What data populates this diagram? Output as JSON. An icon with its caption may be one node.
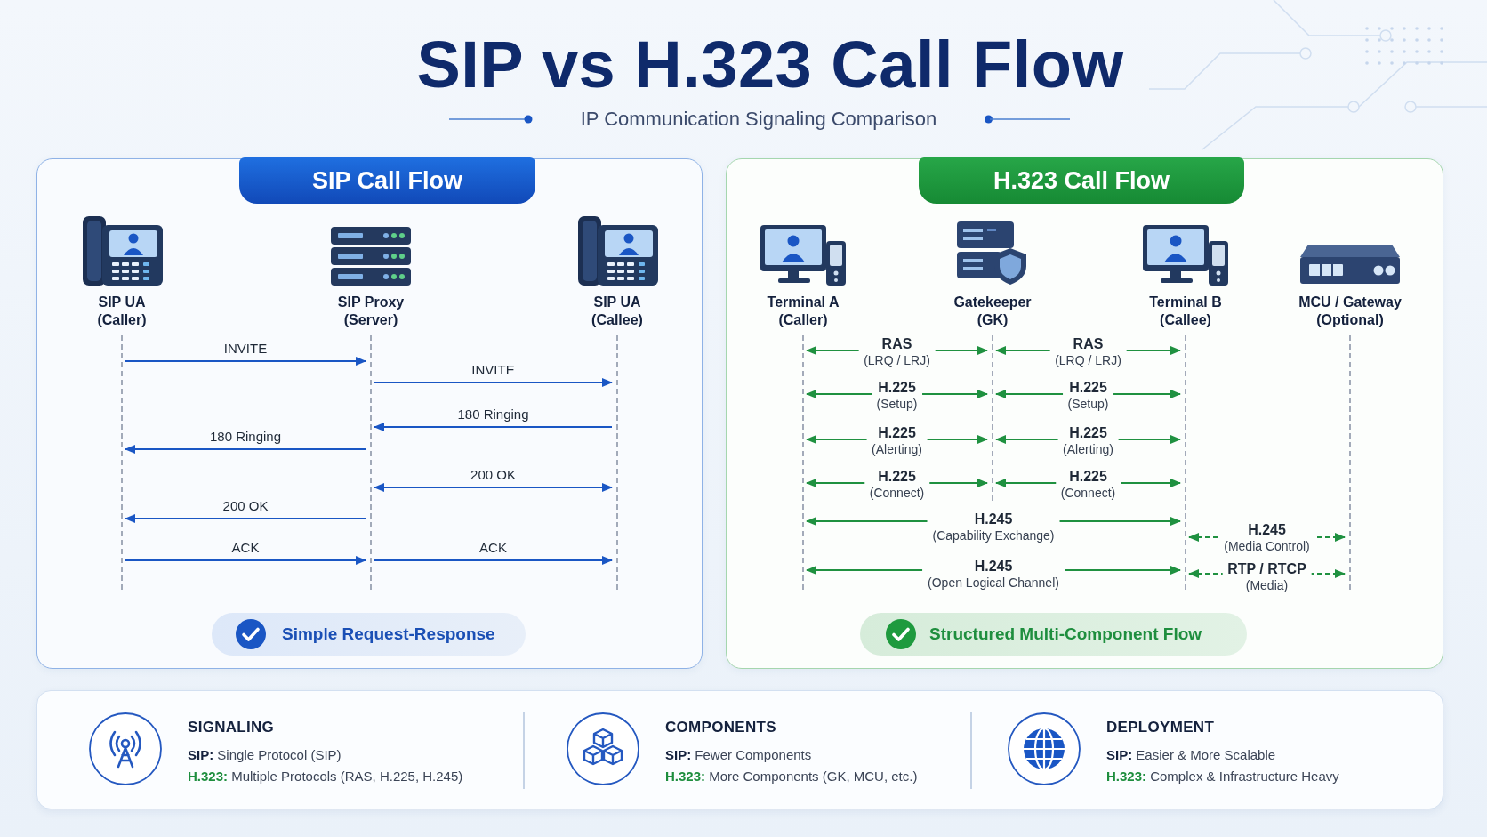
{
  "diagram": {
    "title": "SIP vs H.323 Call Flow",
    "nodes": [
      {
        "text": [],
        "shape": "box"
      },
      {
        "text": [
          "SIP Call Flow"
        ],
        "in": 0
      },
      {
        "text": [
          "SIP UA (Caller)"
        ],
        "in": 0
      },
      {
        "text": [
          "SIP Proxy (Server)"
        ],
        "in": 0
      },
      {
        "text": [
          "SIP UA (Callee)"
        ],
        "in": 0
      },
      {
        "text": [
          "Simple Request-Response"
        ],
        "in": 0
      },
      {
        "text": [],
        "shape": "box"
      },
      {
        "text": [
          "H.323 Call Flow"
        ],
        "in": 6
      },
      {
        "text": [
          "Terminal A (Caller)"
        ],
        "in": 6
      },
      {
        "text": [
          "Gatekeeper (GK)"
        ],
        "in": 6
      },
      {
        "text": [
          "Terminal B (Callee)"
        ],
        "in": 6
      },
      {
        "text": [
          "MCU / Gateway (Optional)"
        ],
        "in": 6
      },
      {
        "text": [
          "Structured Multi-Component Flow"
        ],
        "in": 6
      },
      {
        "text": [],
        "shape": "box"
      },
      {
        "text": [
          "SIGNALING",
          "**SIP:** Single Protocol (SIP)",
          "**H.323:** Multiple Protocols (RAS, H.225, H.245)"
        ],
        "in": 13
      },
      {
        "text": [
          "COMPONENTS",
          "**SIP:** Fewer Components",
          "**H.323:** More Components (GK, MCU, etc.)"
        ],
        "in": 13
      },
      {
        "text": [
          "DEPLOYMENT",
          "**SIP:** Easier & More Scalable",
          "**H.323:** Complex & Infrastructure Heavy"
        ],
        "in": 13
      }
    ],
    "edges": [
      {
        "from": 2,
        "to": 3,
        "arrow": "to",
        "label": "INVITE",
        "color": "#1a56c4"
      },
      {
        "from": 3,
        "to": 4,
        "arrow": "to",
        "label": "INVITE",
        "color": "#1a56c4"
      },
      {
        "from": 4,
        "to": 3,
        "arrow": "to",
        "label": "180 Ringing",
        "color": "#1a56c4"
      },
      {
        "from": 3,
        "to": 2,
        "arrow": "to",
        "label": "180 Ringing",
        "color": "#1a56c4"
      },
      {
        "from": 3,
        "to": 4,
        "arrow": "both",
        "label": "200 OK",
        "color": "#1a56c4"
      },
      {
        "from": 3,
        "to": 2,
        "arrow": "to",
        "label": "200 OK",
        "color": "#1a56c4"
      },
      {
        "from": 2,
        "to": 3,
        "arrow": "to",
        "label": "ACK",
        "color": "#1a56c4"
      },
      {
        "from": 3,
        "to": 4,
        "arrow": "to",
        "label": "ACK",
        "color": "#1a56c4"
      },
      {
        "from": 8,
        "to": 9,
        "arrow": "both",
        "label": "**RAS** (LRQ / LRJ)"
      },
      {
        "from": 9,
        "to": 10,
        "arrow": "both",
        "label": "**RAS** (LRQ / LRJ)"
      },
      {
        "from": 8,
        "to": 9,
        "arrow": "both",
        "label": "**H.225** (Setup)"
      },
      {
        "from": 9,
        "to": 10,
        "arrow": "both",
        "label": "**H.225** (Setup)"
      },
      {
        "from": 8,
        "to": 9,
        "arrow": "both",
        "label": "**H.225** (Alerting)"
      },
      {
        "from": 9,
        "to": 10,
        "arrow": "both",
        "label": "**H.225** (Alerting)"
      },
      {
        "from": 8,
        "to": 9,
        "arrow": "both",
        "label": "**H.225** (Connect)"
      },
      {
        "from": 9,
        "to": 10,
        "arrow": "both",
        "label": "**H.225** (Connect)"
      },
      {
        "from": 8,
        "to": 10,
        "arrow": "both",
        "label": "**H.245** (Capability Exchange)"
      },
      {
        "from": 10,
        "to": 11,
        "arrow": "both",
        "label": "**H.245** (Media Control)",
        "style": "dashed"
      },
      {
        "from": 8,
        "to": 10,
        "arrow": "both",
        "label": "**H.245** (Open Logical Channel)"
      },
      {
        "from": 10,
        "to": 11,
        "arrow": "both",
        "label": "**RTP / RTCP** (Media)",
        "style": "dashed"
      }
    ],
    "labels": [
      "IP Communication Signaling Comparison"
    ]
  }
}
